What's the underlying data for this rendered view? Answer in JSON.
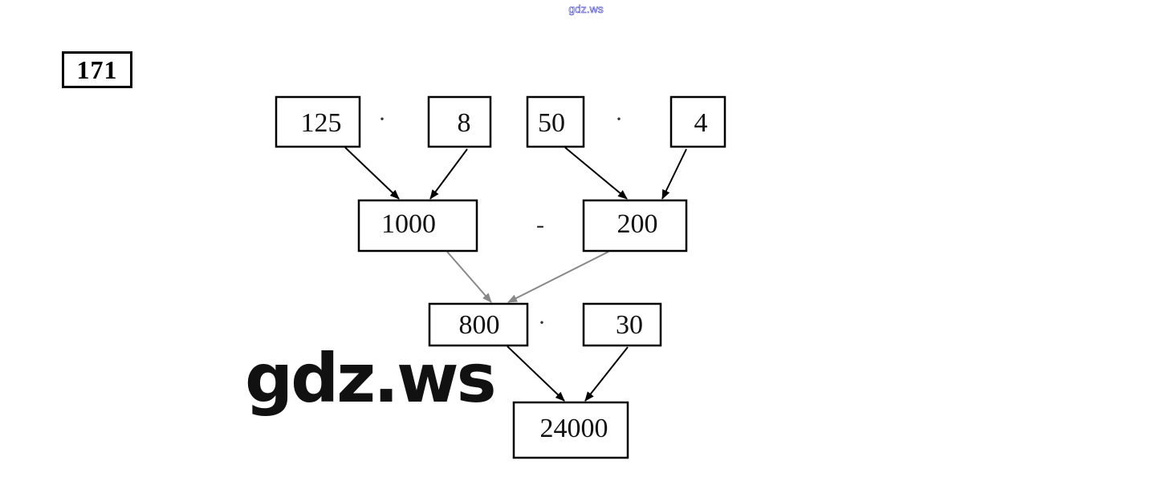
{
  "watermark_top": "gdz.ws",
  "watermark_big": "gdz.ws",
  "task_number": "171",
  "nodes": {
    "a": "125",
    "b": "8",
    "c": "50",
    "d": "4",
    "ab": "1000",
    "cd": "200",
    "diff": "800",
    "e": "30",
    "result": "24000"
  },
  "operators": {
    "mul1": "·",
    "mul2": "·",
    "sub": "-",
    "mul3": "·"
  }
}
